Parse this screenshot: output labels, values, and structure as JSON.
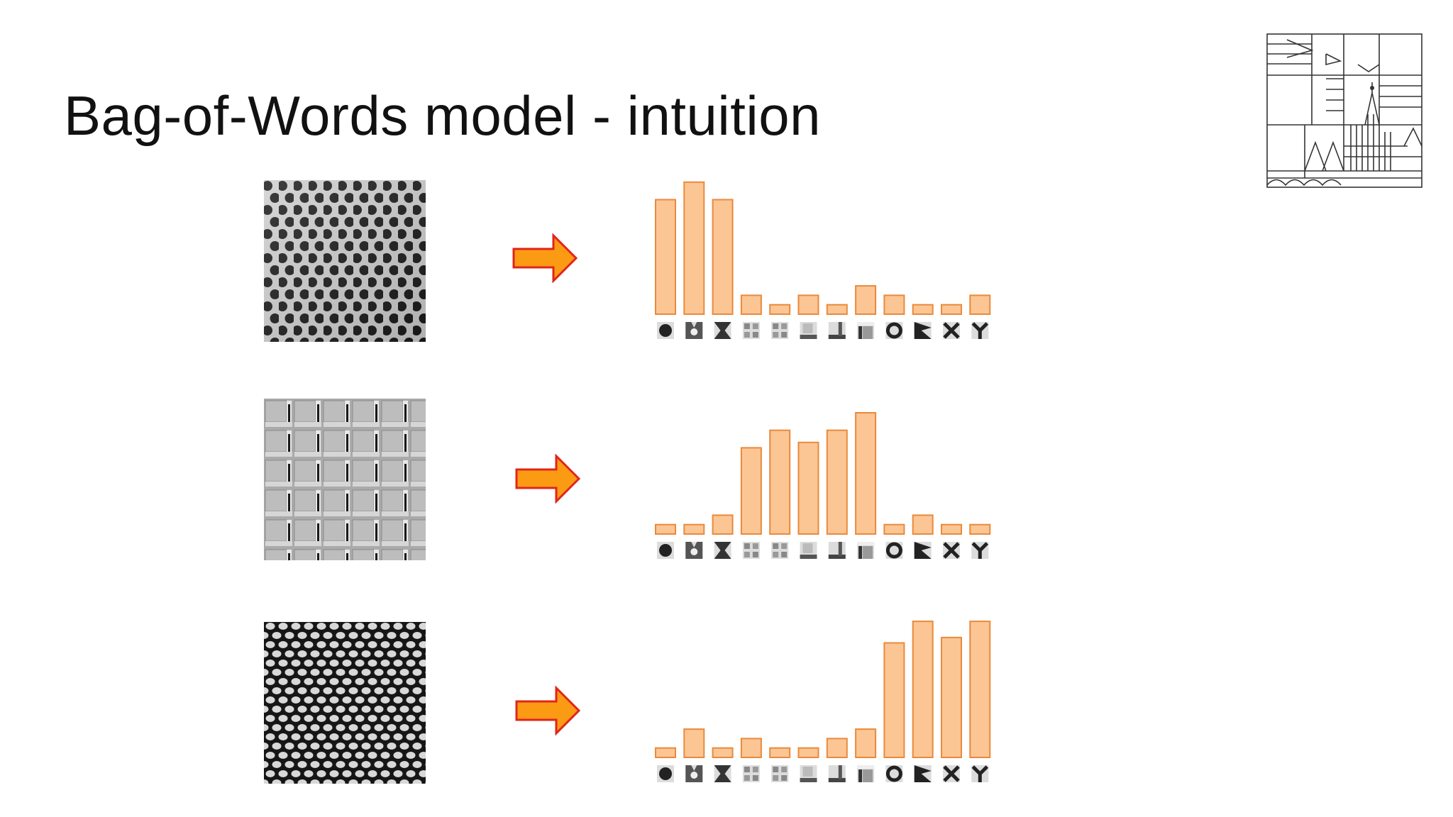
{
  "title": "Bag-of-Words model - intuition",
  "colors": {
    "bar_fill": "#fcc594",
    "bar_stroke": "#e98a3c",
    "arrow_fill": "#fb9a13",
    "arrow_stroke": "#e0251b"
  },
  "chart_data": [
    {
      "type": "bar",
      "textures": "dotted-grid",
      "categories": [
        "dot-word",
        "cross-word",
        "hourglass-word",
        "grid-word-1",
        "grid-word-2",
        "patch-word-1",
        "patch-word-2",
        "patch-word-3",
        "ring-word",
        "corner-word",
        "x-word",
        "y-word"
      ],
      "values": [
        85,
        98,
        85,
        14,
        7,
        14,
        7,
        21,
        14,
        7,
        7,
        14
      ],
      "ylim": [
        0,
        100
      ]
    },
    {
      "type": "bar",
      "textures": "brick-blocks",
      "categories": [
        "dot-word",
        "cross-word",
        "hourglass-word",
        "grid-word-1",
        "grid-word-2",
        "patch-word-1",
        "patch-word-2",
        "patch-word-3",
        "ring-word",
        "corner-word",
        "x-word",
        "y-word"
      ],
      "values": [
        7,
        7,
        14,
        64,
        77,
        68,
        77,
        90,
        7,
        14,
        7,
        7
      ],
      "ylim": [
        0,
        100
      ]
    },
    {
      "type": "bar",
      "textures": "honeycomb",
      "categories": [
        "dot-word",
        "cross-word",
        "hourglass-word",
        "grid-word-1",
        "grid-word-2",
        "patch-word-1",
        "patch-word-2",
        "patch-word-3",
        "ring-word",
        "corner-word",
        "x-word",
        "y-word"
      ],
      "values": [
        7,
        21,
        7,
        14,
        7,
        7,
        14,
        21,
        85,
        101,
        89,
        101
      ],
      "ylim": [
        0,
        100
      ]
    }
  ]
}
